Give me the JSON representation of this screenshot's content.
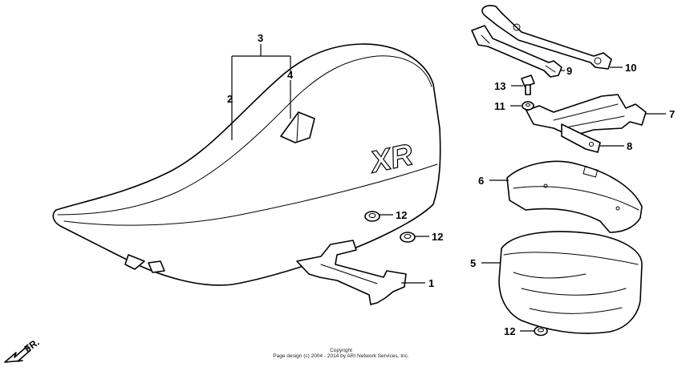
{
  "callouts": [
    {
      "id": "1",
      "text": "1"
    },
    {
      "id": "2",
      "text": "2"
    },
    {
      "id": "3",
      "text": "3"
    },
    {
      "id": "4",
      "text": "4"
    },
    {
      "id": "5",
      "text": "5"
    },
    {
      "id": "6",
      "text": "6"
    },
    {
      "id": "7",
      "text": "7"
    },
    {
      "id": "8",
      "text": "8"
    },
    {
      "id": "9",
      "text": "9"
    },
    {
      "id": "10",
      "text": "10"
    },
    {
      "id": "11",
      "text": "11"
    },
    {
      "id": "12a",
      "text": "12"
    },
    {
      "id": "12b",
      "text": "12"
    },
    {
      "id": "12c",
      "text": "12"
    },
    {
      "id": "13",
      "text": "13"
    }
  ],
  "seat_logo": "XR",
  "front_marker": "FR.",
  "footer": {
    "line1": "Copyright",
    "line2": "Page design (c) 2004 - 2014 by ARI Network Services, Inc."
  }
}
